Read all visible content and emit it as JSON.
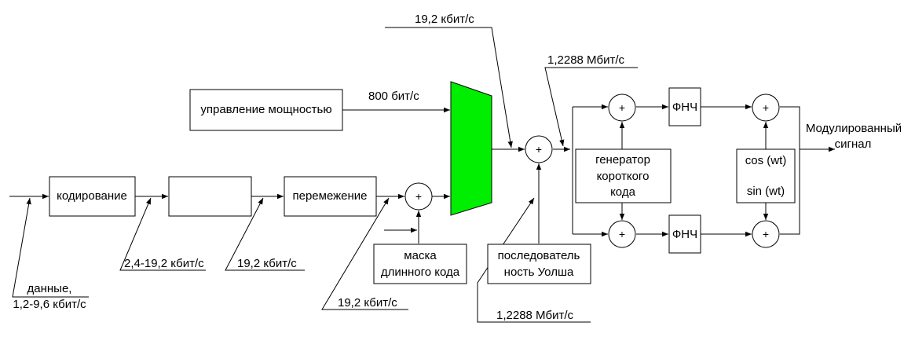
{
  "blocks": {
    "coding": "кодирование",
    "power_control": "управление мощностью",
    "interleaving": "перемежение",
    "long_code_mask": [
      "маска",
      "длинного кода"
    ],
    "walsh_sequence": [
      "последователь",
      "ность Уолша"
    ],
    "short_code_generator": [
      "генератор",
      "короткого",
      "кода"
    ],
    "lpf_top": "ФНЧ",
    "lpf_bottom": "ФНЧ",
    "carrier": [
      "cos (wt)",
      "sin (wt)"
    ]
  },
  "labels": {
    "input_data": [
      "данные,",
      "1,2-9,6 кбит/с"
    ],
    "rate_after_coding": "2,4-19,2 кбит/с",
    "rate_after_repeat": "19,2 кбит/с",
    "rate_long_code": "19,2 кбит/с",
    "rate_top": "19,2 кбит/с",
    "rate_power_control": "800 бит/с",
    "chip_rate_top": "1,2288 Мбит/с",
    "chip_rate_walsh": "1,2288 Мбит/с",
    "output": [
      "Модулированный",
      "сигнал"
    ]
  },
  "symbols": {
    "adder": "+"
  },
  "colors": {
    "multiplexer_fill": "#00ee00",
    "line": "#000000",
    "background": "#ffffff"
  }
}
